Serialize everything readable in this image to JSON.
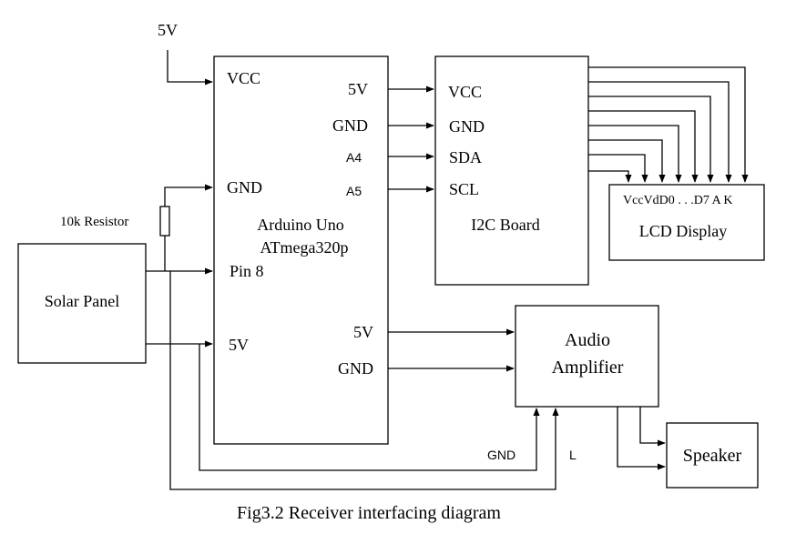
{
  "supply": {
    "label": "5V"
  },
  "arduino": {
    "name_line1": "Arduino Uno",
    "name_line2": "ATmega320p",
    "vcc": "VCC",
    "out_5v": "5V",
    "out_gnd": "GND",
    "a4": "A4",
    "a5": "A5",
    "in_gnd": "GND",
    "pin8": "Pin 8",
    "in_5v": "5V",
    "audio_5v": "5V",
    "audio_gnd": "GND"
  },
  "i2c": {
    "name": "I2C Board",
    "vcc": "VCC",
    "gnd": "GND",
    "sda": "SDA",
    "scl": "SCL"
  },
  "lcd": {
    "name": "LCD Display",
    "pins": "VccVdD0 . . .D7  A K"
  },
  "resistor": {
    "label": "10k Resistor"
  },
  "solar": {
    "name": "Solar Panel"
  },
  "amplifier": {
    "line1": "Audio",
    "line2": "Amplifier"
  },
  "speaker": {
    "name": "Speaker"
  },
  "feedback": {
    "gnd": "GND",
    "l": "L"
  },
  "caption": "Fig3.2 Receiver interfacing diagram"
}
